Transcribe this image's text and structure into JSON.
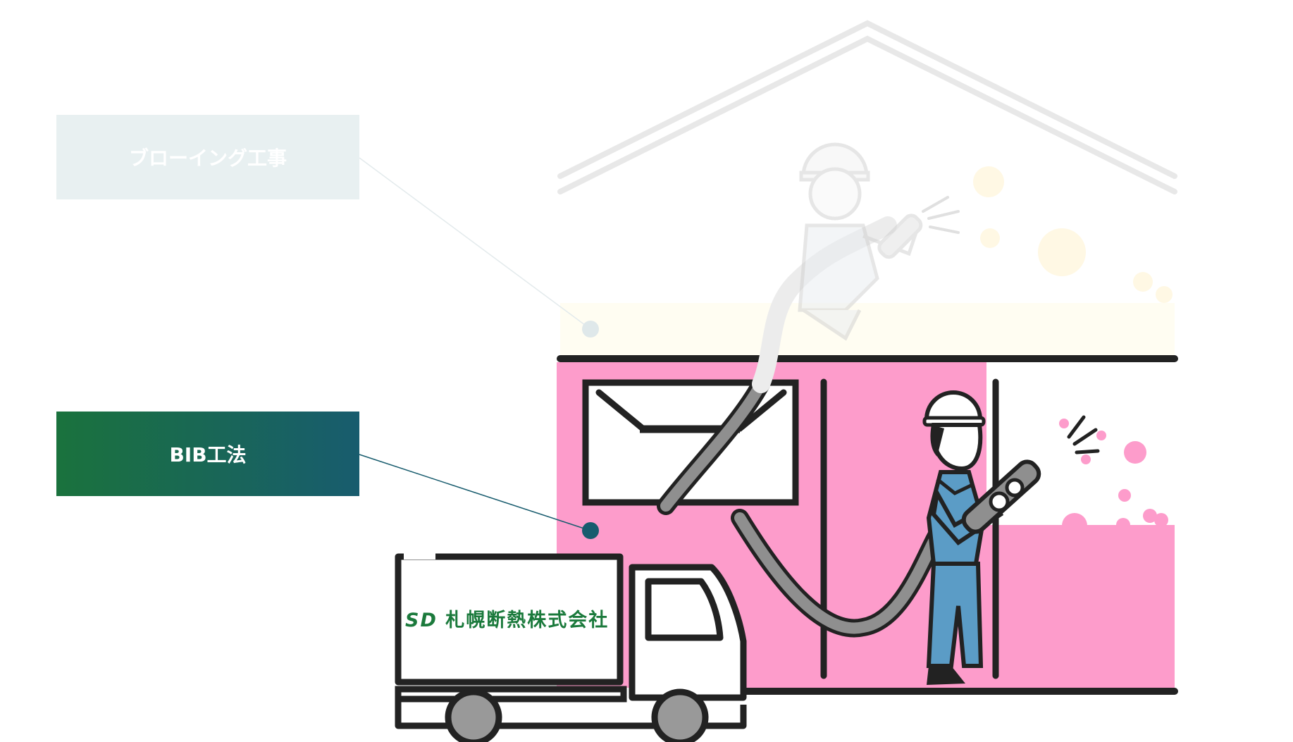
{
  "labels": {
    "blowing": "ブローイング工事",
    "bib": "BIB工法"
  },
  "truck": {
    "logo": "SD",
    "company": "札幌断熱株式会社"
  },
  "colors": {
    "pink": "#fd9ccb",
    "cream": "#fffdf2",
    "green": "#1b7a3c",
    "teal": "#185c6e",
    "worker_blue": "#5b9cc6",
    "hose_gray": "#8f8f8f"
  }
}
